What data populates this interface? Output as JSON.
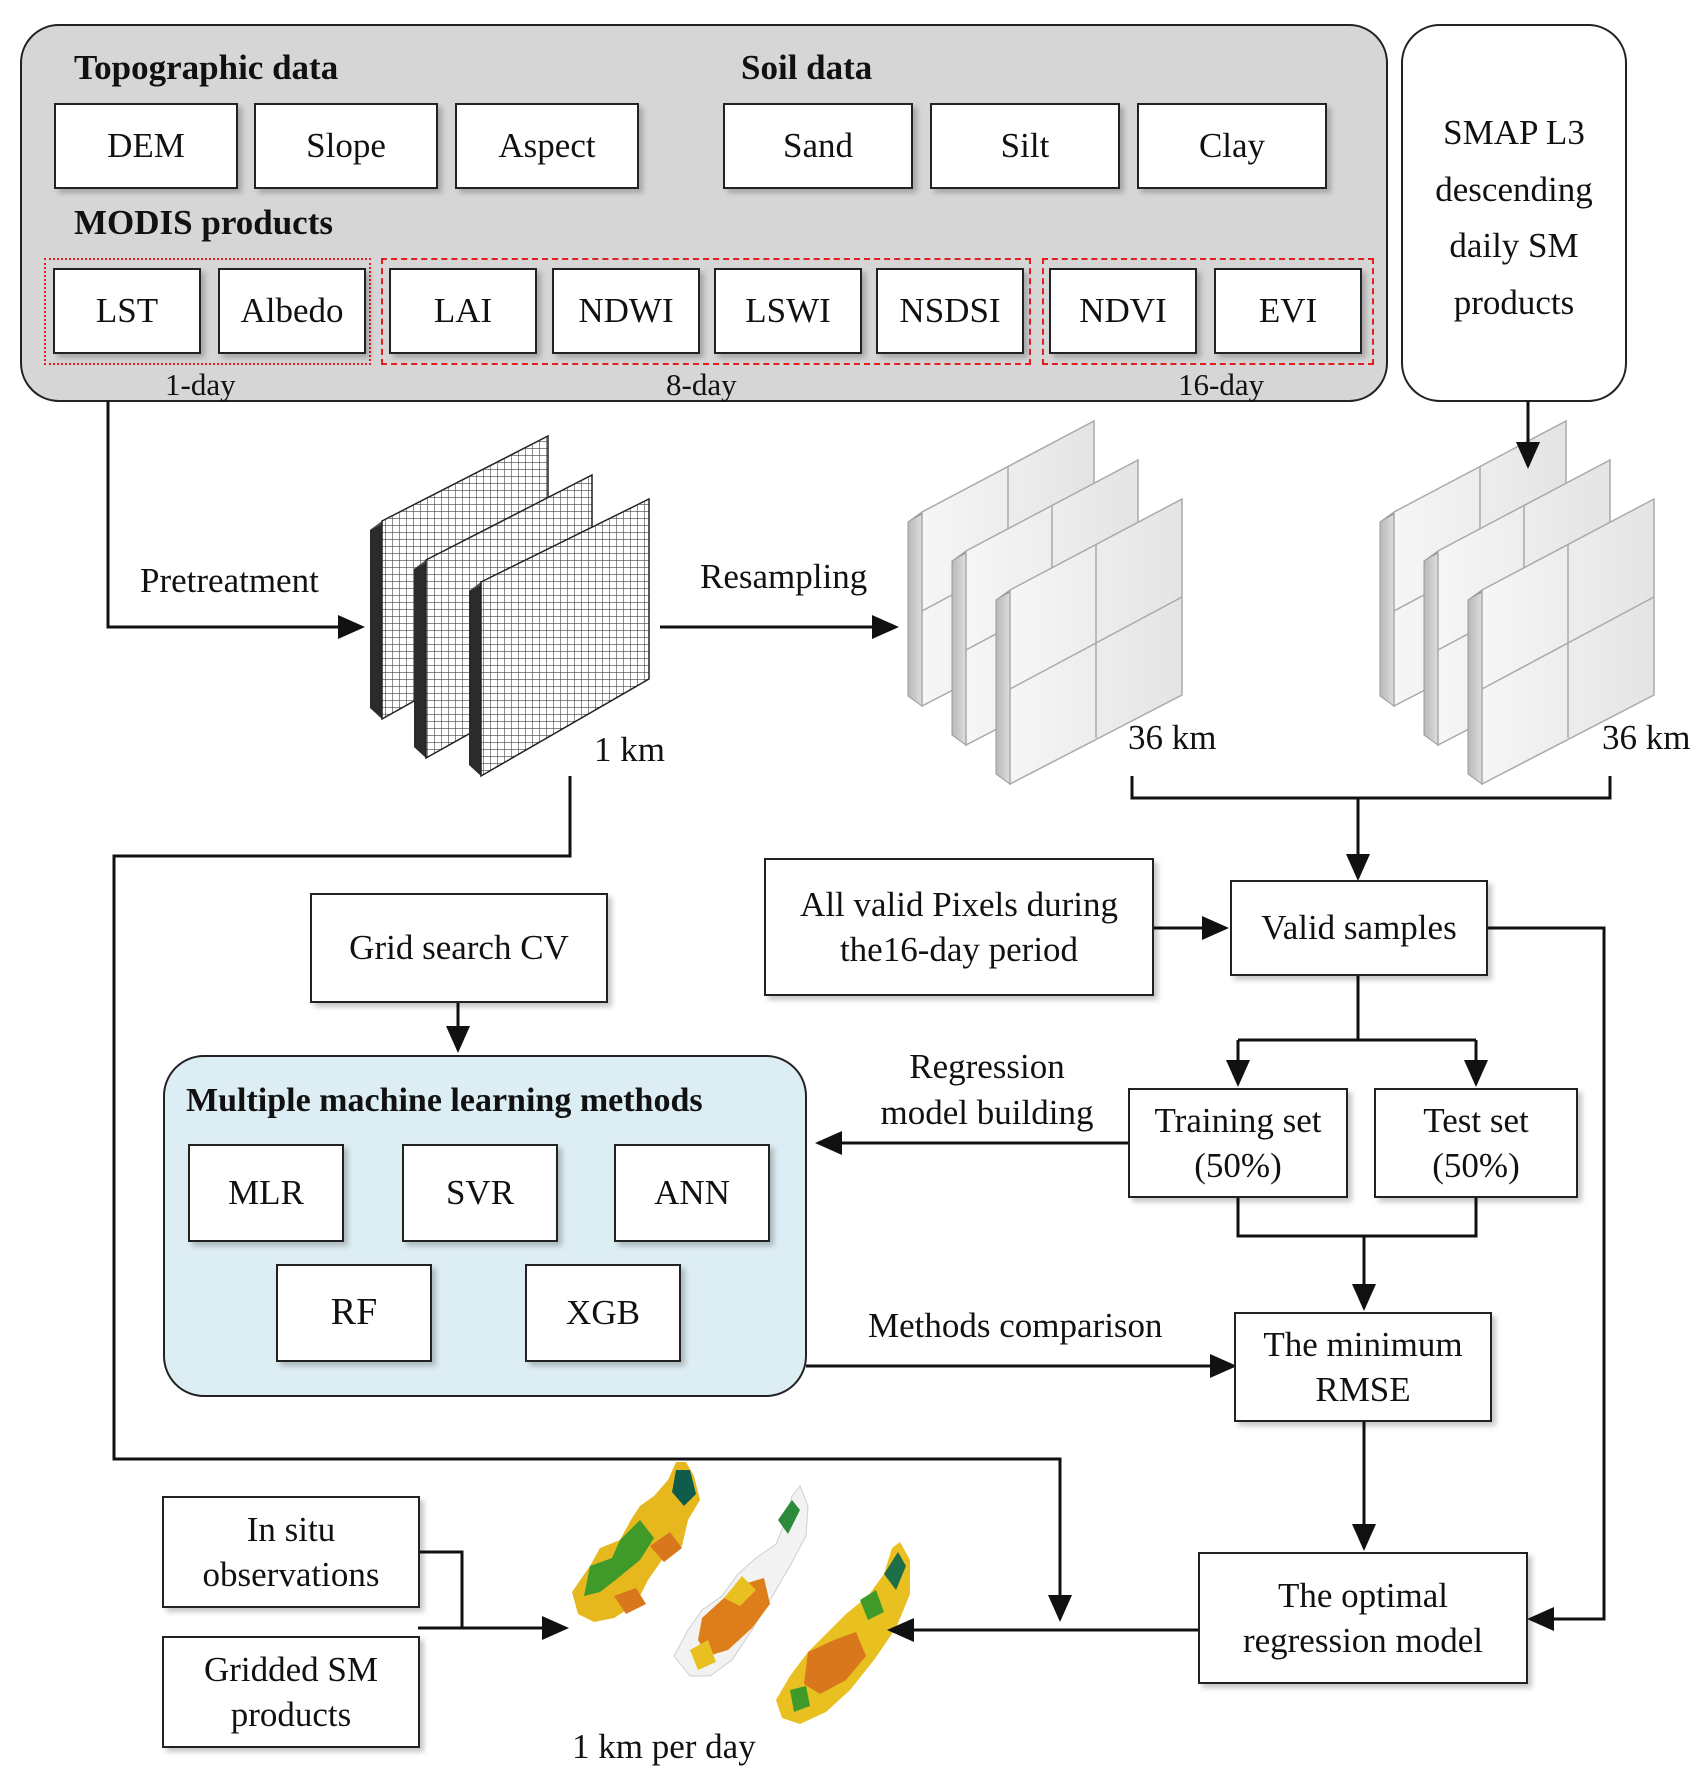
{
  "input_panel": {
    "topographic_header": "Topographic data",
    "topographic_items": [
      "DEM",
      "Slope",
      "Aspect"
    ],
    "soil_header": "Soil data",
    "soil_items": [
      "Sand",
      "Silt",
      "Clay"
    ],
    "modis_header": "MODIS products",
    "modis_items": [
      "LST",
      "Albedo",
      "LAI",
      "NDWI",
      "LSWI",
      "NSDSI",
      "NDVI",
      "EVI"
    ],
    "group_labels": [
      "1-day",
      "8-day",
      "16-day"
    ]
  },
  "smap_box": "SMAP L3 descending daily SM products",
  "flow_labels": {
    "pretreatment": "Pretreatment",
    "resampling": "Resampling",
    "res_1km": "1 km",
    "res_36km_left": "36 km",
    "res_36km_right": "36 km",
    "regression_building": "Regression model building",
    "methods_comparison": "Methods comparison",
    "output_label": "1 km per day"
  },
  "boxes": {
    "valid_pixels": "All valid Pixels during the16-day period",
    "valid_samples": "Valid samples",
    "grid_search": "Grid search CV",
    "training_set": "Training set (50%)",
    "test_set": "Test  set (50%)",
    "min_rmse": "The minimum RMSE",
    "optimal_model": "The optimal regression model",
    "in_situ": "In situ observations",
    "gridded_sm": "Gridded SM products"
  },
  "ml_panel": {
    "title": "Multiple machine learning methods",
    "methods": [
      "MLR",
      "SVR",
      "ANN",
      "RF",
      "XGB"
    ]
  },
  "colors": {
    "input_panel_fill": "#d6d6d6",
    "ml_panel_fill": "#dcedf3",
    "group_border": "#e02020",
    "line": "#111111"
  }
}
